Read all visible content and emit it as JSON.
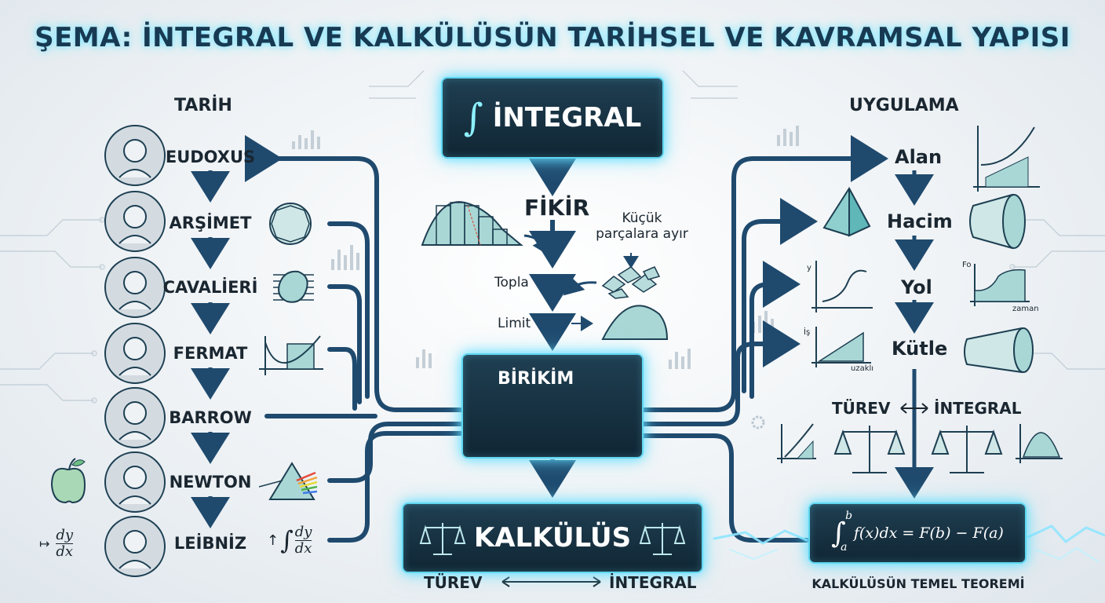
{
  "title": "ŞEMA: İNTEGRAL VE KALKÜLÜSÜN TARİHSEL VE KAVRAMSAL YAPISI",
  "history": {
    "header": "TARİH",
    "people": [
      "EUDOXUS",
      "ARŞİMET",
      "CAVALİERİ",
      "FERMAT",
      "BARROW",
      "NEWTON",
      "LEİBNİZ"
    ]
  },
  "center": {
    "integral_box": {
      "symbol": "∫",
      "label": "İNTEGRAL"
    },
    "idea": "FİKİR",
    "small_pieces": "Küçük\nparçalara ayır",
    "sum": "Topla",
    "limit": "Limit",
    "accumulation_box": "BİRİKİM",
    "calculus_box": "KALKÜLÜS",
    "bottom_derivative": "TÜREV",
    "bottom_integral": "İNTEGRAL"
  },
  "applications": {
    "header": "UYGULAMA",
    "items": [
      "Alan",
      "Hacim",
      "Yol",
      "Kütle"
    ],
    "duality_derivative": "TÜREV",
    "duality_integral": "İNTEGRAL",
    "yol_axis_y": "y",
    "speed_axis_y": "Fo",
    "speed_axis_x": "zaman",
    "work_axis_y": "İş",
    "work_axis_x": "uzaklı"
  },
  "theorem": {
    "formula_lower": "a",
    "formula_upper": "b",
    "formula_body": "f(x)dx = F(b) − F(a)",
    "caption": "KALKÜLÜSÜN TEMEL TEOREMİ"
  },
  "leibniz_notation": {
    "num": "dy",
    "den": "dx"
  },
  "colors": {
    "arrow": "#1f4a6e",
    "glow": "#63dfff",
    "box_dark": "#132b3a",
    "teal_fill": "#9fd4d2"
  }
}
